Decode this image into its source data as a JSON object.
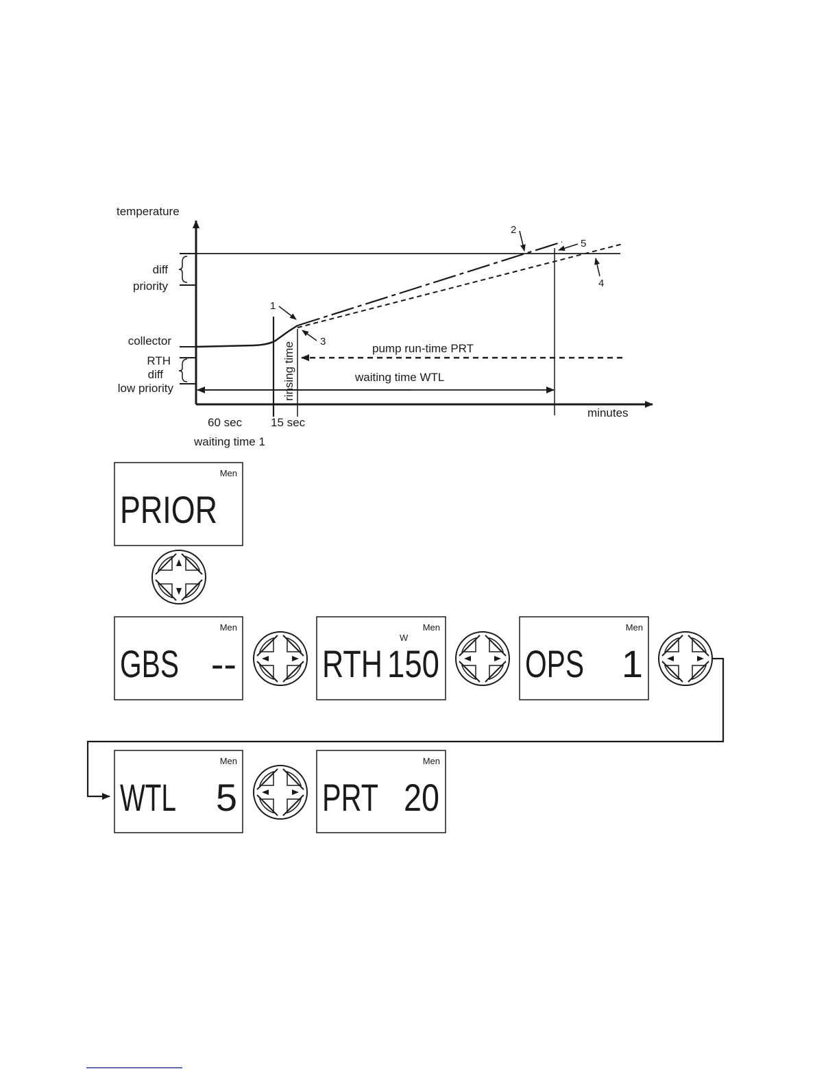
{
  "graph": {
    "y_axis_label": "temperature",
    "x_axis_label": "minutes",
    "levels": {
      "diff": "diff",
      "priority": "priority",
      "collector": "collector",
      "rth": "RTH",
      "diff_low": "diff",
      "low_priority": "low priority"
    },
    "rinsing_time": "rinsing time",
    "pump_runtime": "pump run-time PRT",
    "waiting_time_wtl": "waiting time  WTL",
    "time_60": "60 sec",
    "time_15": "15 sec",
    "waiting_time_1": "waiting time 1",
    "markers": [
      "1",
      "2",
      "3",
      "4",
      "5"
    ]
  },
  "lcd_displays": [
    {
      "id": "prior",
      "badge": "Men",
      "text": "PRIOR",
      "indicator": ""
    },
    {
      "id": "gbs",
      "badge": "Men",
      "text": "GBS",
      "value": "--",
      "indicator": ""
    },
    {
      "id": "rth",
      "badge": "Men",
      "text": "RTH",
      "value": "150",
      "indicator": "W"
    },
    {
      "id": "ops",
      "badge": "Men",
      "text": "OPS",
      "value": "1",
      "indicator": ""
    },
    {
      "id": "wtl",
      "badge": "Men",
      "text": "WTL",
      "value": "5",
      "indicator": ""
    },
    {
      "id": "prt",
      "badge": "Men",
      "text": "PRT",
      "value": "20",
      "indicator": ""
    }
  ],
  "colors": {
    "ink": "#1a1a1a",
    "link_underline": "#2a3f9e"
  }
}
